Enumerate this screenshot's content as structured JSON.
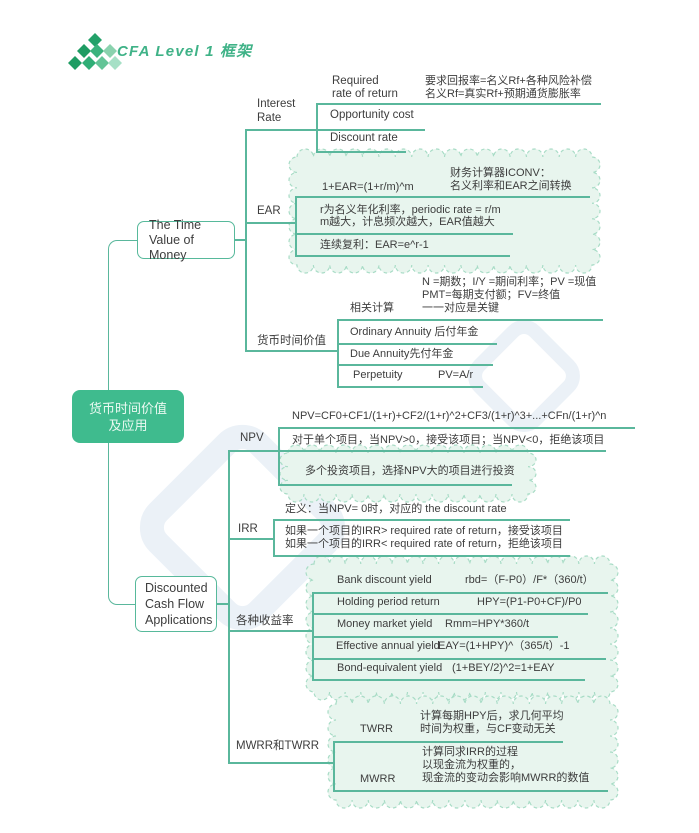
{
  "colors": {
    "line_green": "#5ab79c",
    "root_fill": "#3fbb8e",
    "cloud_fill": "#e8f5ee",
    "cloud_border": "#a8dcc6",
    "logo_green": "#3fb287",
    "text_dark": "#3d3d3d"
  },
  "logo": {
    "text": "CFA Level 1 框架"
  },
  "root": {
    "line1": "货币时间价值",
    "line2": "及应用"
  },
  "ttvom": {
    "line1": "The Time",
    "line2": "Value of Money"
  },
  "dcfa": {
    "line1": "Discounted",
    "line2": "Cash Flow",
    "line3": "Applications"
  },
  "interest_rate": {
    "line1": "Interest",
    "line2": "Rate",
    "required": {
      "line1": "Required",
      "line2": "rate of return",
      "note1": "要求回报率=名义Rf+各种风险补偿",
      "note2": "名义Rf=真实Rf+预期通货膨胀率"
    },
    "opportunity": "Opportunity cost",
    "discount": "Discount rate"
  },
  "ear": {
    "label": "EAR",
    "formula": "1+EAR=(1+r/m)^m",
    "note1": "财务计算器ICONV：",
    "note2": "名义利率和EAR之间转换",
    "rule1": "r为名义年化利率，periodic rate = r/m",
    "rule2": "m越大，计息频次越大，EAR值越大",
    "continuous": "连续复利：EAR=e^r-1"
  },
  "tvm": {
    "label": "货币时间价值",
    "calc_label": "相关计算",
    "calc_note1": "N =期数；I/Y =期间利率；PV =现值",
    "calc_note2": "PMT=每期支付额；FV=终值",
    "calc_note3": "一一对应是关键",
    "ordinary": "Ordinary Annuity 后付年金",
    "due": "Due Annuity先付年金",
    "perpetuity": "Perpetuity",
    "perpetuity_formula": "PV=A/r"
  },
  "npv": {
    "label": "NPV",
    "formula": "NPV=CF0+CF1/(1+r)+CF2/(1+r)^2+CF3/(1+r)^3+...+CFn/(1+r)^n",
    "rule": "对于单个项目，当NPV>0，接受该项目；当NPV<0，拒绝该项目",
    "multi": "多个投资项目，选择NPV大的项目进行投资"
  },
  "irr": {
    "label": "IRR",
    "definition": "定义：当NPV= 0时，对应的 the discount rate",
    "rule1": "如果一个项目的IRR> required rate of return，接受该项目",
    "rule2": "如果一个项目的IRR< required rate of return，拒绝该项目"
  },
  "yields": {
    "label": "各种收益率",
    "rows": [
      {
        "name": "Bank discount yield",
        "formula": "rbd=（F-P0）/F*（360/t）"
      },
      {
        "name": "Holding period return",
        "formula": "HPY=(P1-P0+CF)/P0"
      },
      {
        "name": "Money market yield",
        "formula": "Rmm=HPY*360/t"
      },
      {
        "name": "Effective annual yield",
        "formula": "EAY=(1+HPY)^（365/t）-1"
      },
      {
        "name": "Bond-equivalent yield",
        "formula": "(1+BEY/2)^2=1+EAY"
      }
    ]
  },
  "mt": {
    "label": "MWRR和TWRR",
    "twrr_label": "TWRR",
    "twrr_note1": "计算每期HPY后，求几何平均",
    "twrr_note2": "时间为权重，与CF变动无关",
    "mwrr_label": "MWRR",
    "mwrr_note1": "计算同求IRR的过程",
    "mwrr_note2": "以现金流为权重的，",
    "mwrr_note3": "现金流的变动会影响MWRR的数值"
  }
}
